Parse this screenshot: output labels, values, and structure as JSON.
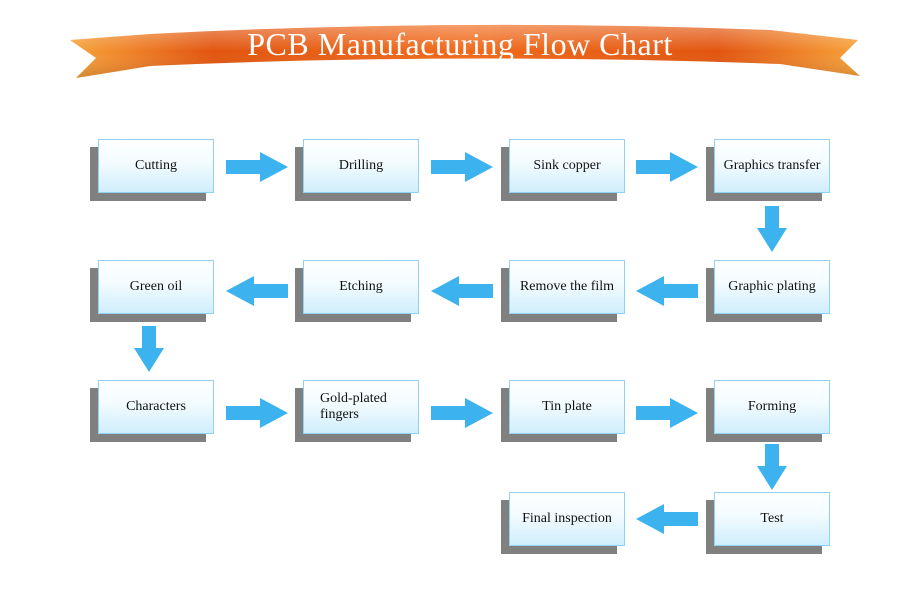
{
  "title": "PCB Manufacturing Flow Chart",
  "colors": {
    "banner_light": "#f7a23a",
    "banner_dark": "#e2550f",
    "box_border": "#8fd3ee",
    "box_bottom": "#cfeefc",
    "shadow": "#808080",
    "arrow": "#3cb3ee"
  },
  "steps": [
    {
      "label": "Cutting"
    },
    {
      "label": "Drilling"
    },
    {
      "label": "Sink copper"
    },
    {
      "label": "Graphics transfer"
    },
    {
      "label": "Graphic plating"
    },
    {
      "label": "Remove the film"
    },
    {
      "label": "Etching"
    },
    {
      "label": "Green oil"
    },
    {
      "label": "Characters"
    },
    {
      "label": "Gold-plated fingers"
    },
    {
      "label": "Tin plate"
    },
    {
      "label": "Forming"
    },
    {
      "label": "Test"
    },
    {
      "label": "Final inspection"
    }
  ],
  "connections": [
    {
      "from": "Cutting",
      "to": "Drilling"
    },
    {
      "from": "Drilling",
      "to": "Sink copper"
    },
    {
      "from": "Sink copper",
      "to": "Graphics transfer"
    },
    {
      "from": "Graphics transfer",
      "to": "Graphic plating"
    },
    {
      "from": "Graphic plating",
      "to": "Remove the film"
    },
    {
      "from": "Remove the film",
      "to": "Etching"
    },
    {
      "from": "Etching",
      "to": "Green oil"
    },
    {
      "from": "Green oil",
      "to": "Characters"
    },
    {
      "from": "Characters",
      "to": "Gold-plated fingers"
    },
    {
      "from": "Gold-plated fingers",
      "to": "Tin plate"
    },
    {
      "from": "Tin plate",
      "to": "Forming"
    },
    {
      "from": "Forming",
      "to": "Test"
    },
    {
      "from": "Test",
      "to": "Final inspection"
    }
  ]
}
